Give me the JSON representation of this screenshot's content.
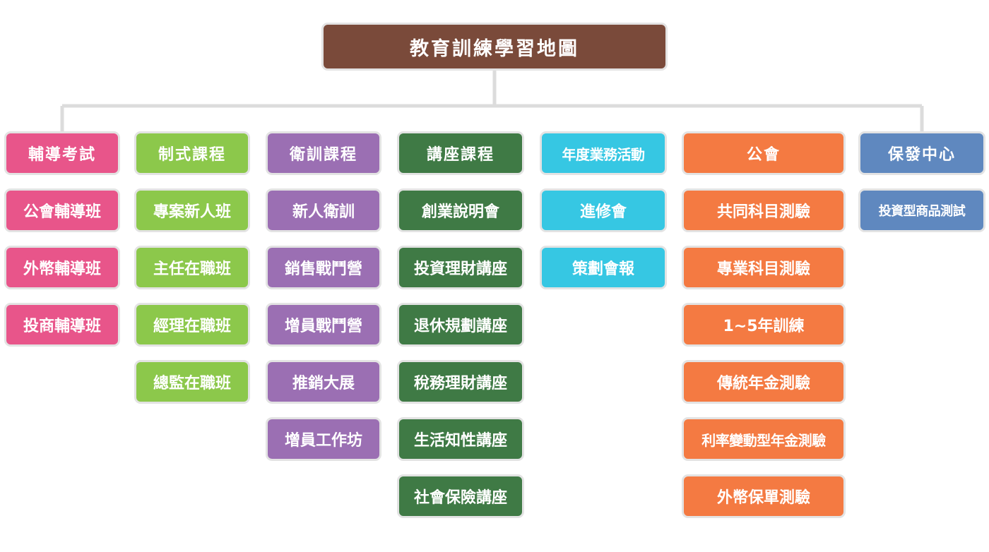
{
  "title": "教育訓練學習地圖",
  "colors": {
    "root": "#7a4a3a",
    "connector": "#dcdcdc"
  },
  "columns": [
    {
      "key": "tutoring",
      "color": "#e8558a",
      "header": "輔導考試",
      "items": [
        "公會輔導班",
        "外幣輔導班",
        "投商輔導班"
      ]
    },
    {
      "key": "formal",
      "color": "#8cc84b",
      "header": "制式課程",
      "items": [
        "專案新人班",
        "主任在職班",
        "經理在職班",
        "總監在職班"
      ]
    },
    {
      "key": "training",
      "color": "#9b6fb3",
      "header": "衛訓課程",
      "items": [
        "新人衛訓",
        "銷售戰鬥營",
        "增員戰鬥營",
        "推銷大展",
        "增員工作坊"
      ]
    },
    {
      "key": "lectures",
      "color": "#3f7a45",
      "header": "講座課程",
      "items": [
        "創業說明會",
        "投資理財講座",
        "退休規劃講座",
        "稅務理財講座",
        "生活知性講座",
        "社會保險講座"
      ]
    },
    {
      "key": "annual",
      "color": "#36c7e3",
      "header": "年度業務活動",
      "items": [
        "進修會",
        "策劃會報"
      ]
    },
    {
      "key": "association",
      "color": "#f47a42",
      "header": "公會",
      "items": [
        "共同科目測驗",
        "專業科目測驗",
        "1~5年訓練",
        "傳統年金測驗",
        "利率變動型年金測驗",
        "外幣保單測驗"
      ]
    },
    {
      "key": "insurance_center",
      "color": "#5f88bf",
      "header": "保發中心",
      "items": [
        "投資型商品測試"
      ]
    }
  ]
}
